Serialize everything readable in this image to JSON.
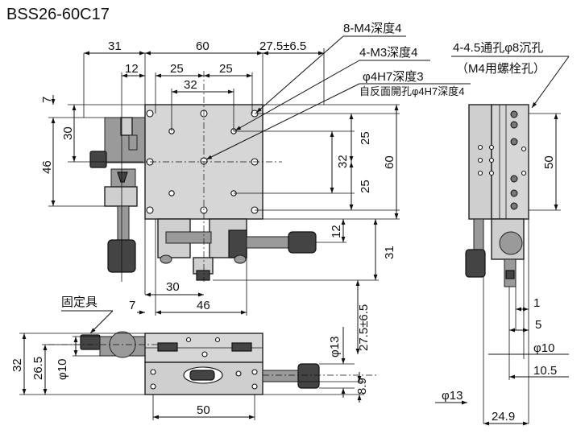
{
  "title": "BSS26-60C17",
  "annotations": {
    "m4_depth": "8-M4深度4",
    "m3_depth": "4-M3深度4",
    "pin_hole": "φ4H7深度3",
    "pin_hole_back": "自反面開孔φ4H7深度4",
    "through_hole": "4-4.5通孔φ8沉孔",
    "through_hole_note": "（M4用螺栓孔）",
    "fixture": "固定具"
  },
  "top_view": {
    "dim_31": "31",
    "dim_60_top": "60",
    "dim_travel_top": "27.5±6.5",
    "dim_12_top": "12",
    "dim_25_left": "25",
    "dim_25_right": "25",
    "dim_32_top": "32",
    "dim_7_left": "7",
    "dim_30_left": "30",
    "dim_46_left": "46",
    "dim_25_r_upper": "25",
    "dim_32_r": "32",
    "dim_25_r_lower": "25",
    "dim_60_right": "60",
    "dim_12_right": "12",
    "dim_31_right": "31",
    "dim_travel_right": "27.5±6.5",
    "dim_30_bottom": "30",
    "dim_7_bottom": "7",
    "dim_46_bottom": "46"
  },
  "front_view": {
    "dim_32": "32",
    "dim_26_5": "26.5",
    "dim_phi10": "φ10",
    "dim_phi13": "φ13",
    "dim_8_9": "8.9",
    "dim_50": "50"
  },
  "side_view": {
    "dim_50": "50",
    "dim_1": "1",
    "dim_5": "5",
    "dim_phi10": "φ10",
    "dim_10_5": "10.5",
    "dim_phi13": "φ13",
    "dim_24_9": "24.9"
  }
}
